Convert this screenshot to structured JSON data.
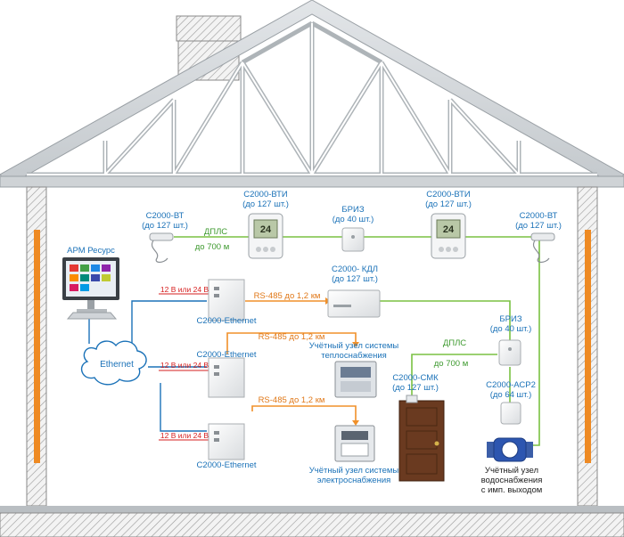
{
  "devices": {
    "c2000_vt_left": {
      "name": "С2000-ВТ",
      "count": "(до 127 шт.)"
    },
    "c2000_vti_left": {
      "name": "С2000-ВТИ",
      "count": "(до 127 шт.)"
    },
    "briz_top": {
      "name": "БРИЗ",
      "count": "(до 40 шт.)"
    },
    "c2000_vti_right": {
      "name": "С2000-ВТИ",
      "count": "(до 127 шт.)"
    },
    "c2000_vt_right": {
      "name": "С2000-ВТ",
      "count": "(до 127 шт.)"
    },
    "arm": {
      "name": "АРМ Ресурс"
    },
    "c2000_kdl": {
      "name": "С2000- КДЛ",
      "count": "(до 127 шт.)"
    },
    "briz_right": {
      "name": "БРИЗ",
      "count": "(до 40 шт.)"
    },
    "c2000_smk": {
      "name": "С2000-СМК",
      "count": "(до 127 шт.)"
    },
    "c2000_asr2": {
      "name": "С2000-АСР2",
      "count": "(до 64 шт.)"
    },
    "eth1": {
      "name": "С2000-Ethernet"
    },
    "eth2": {
      "name": "С2000-Ethernet"
    },
    "eth3": {
      "name": "С2000-Ethernet"
    },
    "ethernet_cloud": {
      "name": "Ethernet"
    }
  },
  "links": {
    "dpls_top": "ДПЛС",
    "dpls_top_dist": "до 700 м",
    "dpls_right": "ДПЛС",
    "dpls_right_dist": "до 700 м",
    "rs485_1": "RS-485 до 1,2 км",
    "rs485_2": "RS-485 до 1,2 км",
    "rs485_3": "RS-485 до 1,2 км",
    "power_1": "12 В или 24 В",
    "power_2": "12 В или 24 В",
    "power_3": "12 В или 24 В"
  },
  "nodes": {
    "heat": "Учётный узел системы\nтеплоснабжения",
    "electric": "Учётный узел системы\nэлектроснабжения",
    "water": "Учётный узел\nводоснабжения\nс имп. выходом"
  },
  "thermostat_display": "24",
  "colors": {
    "blue": "#1b72b8",
    "green": "#7ac142",
    "orange": "#f0902a",
    "red": "#d61f1f",
    "roof": "#c9ced2",
    "wall_orange": "#ee8a23"
  }
}
